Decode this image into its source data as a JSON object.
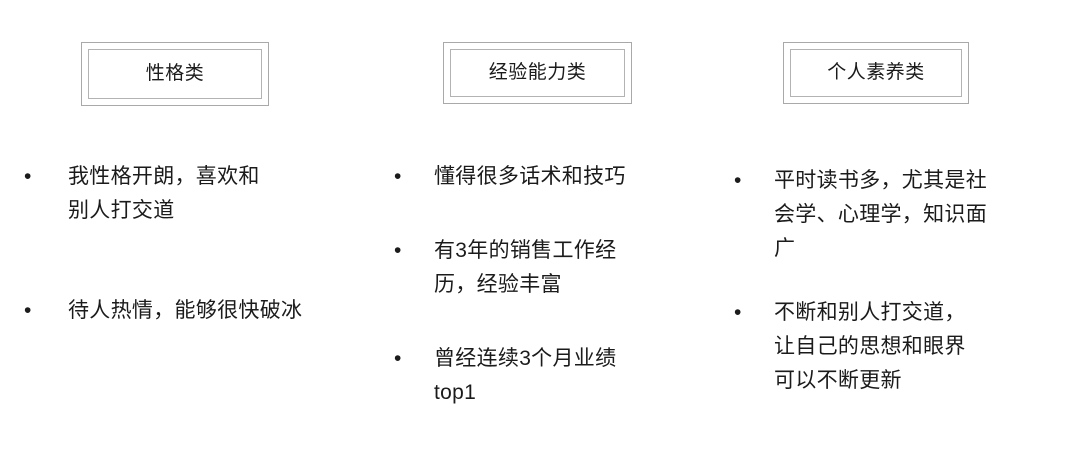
{
  "slide": {
    "background_color": "#ffffff",
    "text_color": "#1b1b1b",
    "border_color_outer": "#a9a9a9",
    "border_color_inner": "#b3b3b3",
    "bullet_glyph": "•"
  },
  "columns": [
    {
      "title": "性格类",
      "bullets": [
        "我性格开朗，喜欢和\n别人打交道",
        "待人热情，能够很快破冰"
      ]
    },
    {
      "title": "经验能力类",
      "bullets": [
        "懂得很多话术和技巧",
        "有3年的销售工作经\n历，经验丰富",
        "曾经连续3个月业绩\ntop1"
      ]
    },
    {
      "title": "个人素养类",
      "bullets": [
        "平时读书多，尤其是社\n会学、心理学，知识面\n广",
        "不断和别人打交道，\n让自己的思想和眼界\n可以不断更新"
      ]
    }
  ]
}
